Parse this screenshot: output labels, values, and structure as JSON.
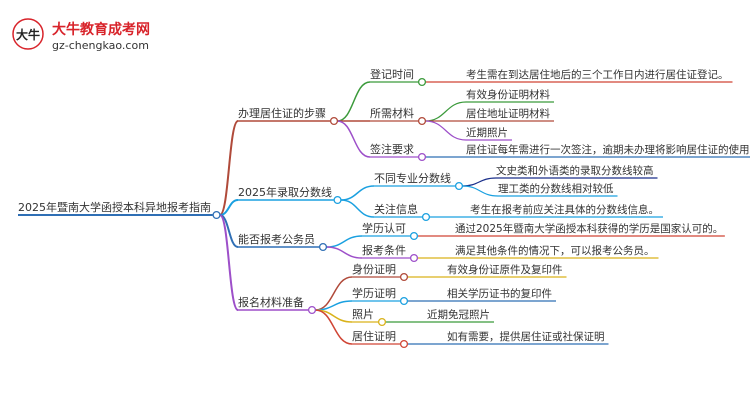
{
  "logo": {
    "title": "大牛教育成考网",
    "url": "gz-chengkao.com",
    "mark_text": "大牛"
  },
  "root": {
    "label": "2025年暨南大学函授本科异地报考指南",
    "color": "#2f6fb5"
  },
  "branches": [
    {
      "label": "办理居住证的步骤",
      "color": "#b04a3a",
      "children": [
        {
          "label": "登记时间",
          "color": "#3b9a3b",
          "children": [
            {
              "label": "考生需在到达居住地后的三个工作日内进行居住证登记。",
              "color": "#d04535"
            }
          ]
        },
        {
          "label": "所需材料",
          "color": "#b04a3a",
          "children": [
            {
              "label": "有效身份证明材料",
              "color": "#3b9a3b"
            },
            {
              "label": "居住地址证明材料",
              "color": "#b04a3a"
            },
            {
              "label": "近期照片",
              "color": "#9d4fc9"
            }
          ]
        },
        {
          "label": "签注要求",
          "color": "#9d4fc9",
          "children": [
            {
              "label": "居住证每年需进行一次签注，逾期未办理将影响居住证的使用。",
              "color": "#2f6fb5"
            }
          ]
        }
      ]
    },
    {
      "label": "2025年录取分数线",
      "color": "#1aa0e0",
      "children": [
        {
          "label": "不同专业分数线",
          "color": "#1aa0e0",
          "children": [
            {
              "label": "文史类和外语类的录取分数线较高",
              "color": "#1a2f8a"
            },
            {
              "label": "理工类的分数线相对较低",
              "color": "#1aa0e0"
            }
          ]
        },
        {
          "label": "关注信息",
          "color": "#1aa0e0",
          "children": [
            {
              "label": "考生在报考前应关注具体的分数线信息。",
              "color": "#1aa0e0"
            }
          ]
        }
      ]
    },
    {
      "label": "能否报考公务员",
      "color": "#2f6fb5",
      "children": [
        {
          "label": "学历认可",
          "color": "#1aa0e0",
          "children": [
            {
              "label": "通过2025年暨南大学函授本科获得的学历是国家认可的。",
              "color": "#d04535"
            }
          ]
        },
        {
          "label": "报考条件",
          "color": "#9d4fc9",
          "children": [
            {
              "label": "满足其他条件的情况下，可以报考公务员。",
              "color": "#d9b21a"
            }
          ]
        }
      ]
    },
    {
      "label": "报名材料准备",
      "color": "#9d4fc9",
      "children": [
        {
          "label": "身份证明",
          "color": "#b04a3a",
          "children": [
            {
              "label": "有效身份证原件及复印件",
              "color": "#d9b21a"
            }
          ]
        },
        {
          "label": "学历证明",
          "color": "#1aa0e0",
          "children": [
            {
              "label": "相关学历证书的复印件",
              "color": "#2f6fb5"
            }
          ]
        },
        {
          "label": "照片",
          "color": "#d9b21a",
          "children": [
            {
              "label": "近期免冠照片",
              "color": "#3b9a3b"
            }
          ]
        },
        {
          "label": "居住证明",
          "color": "#d04535",
          "children": [
            {
              "label": "如有需要，提供居住证或社保证明",
              "color": "#2f6fb5"
            }
          ]
        }
      ]
    }
  ]
}
